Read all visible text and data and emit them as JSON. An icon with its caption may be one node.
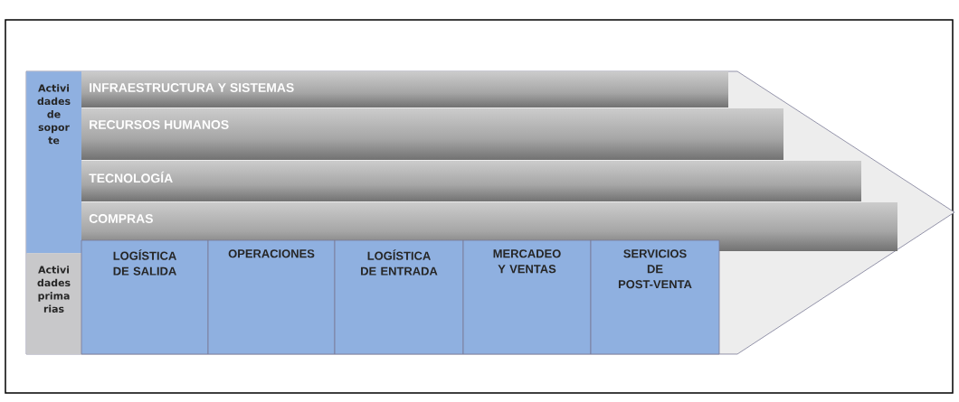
{
  "diagram": {
    "nodes": [
      {
        "text": [
          "Activi dades de sopor te"
        ]
      },
      {
        "text": [
          "INFRAESTRUCTURA Y SISTEMAS"
        ]
      },
      {
        "text": [
          "RECURSOS HUMANOS"
        ]
      },
      {
        "text": [
          "TECNOLOGÍA"
        ]
      },
      {
        "text": [
          "COMPRAS"
        ]
      },
      {
        "text": [
          "Activi dades prima rias"
        ]
      },
      {
        "text": [
          "LOGÍSTICA DE SALIDA"
        ]
      },
      {
        "text": [
          "OPERACIONES"
        ]
      },
      {
        "text": [
          "LOGÍSTICA DE ENTRADA"
        ]
      },
      {
        "text": [
          "MERCADEO Y VENTAS"
        ]
      },
      {
        "text": [
          "SERVICIOS DE POST-VENTA"
        ]
      }
    ]
  }
}
